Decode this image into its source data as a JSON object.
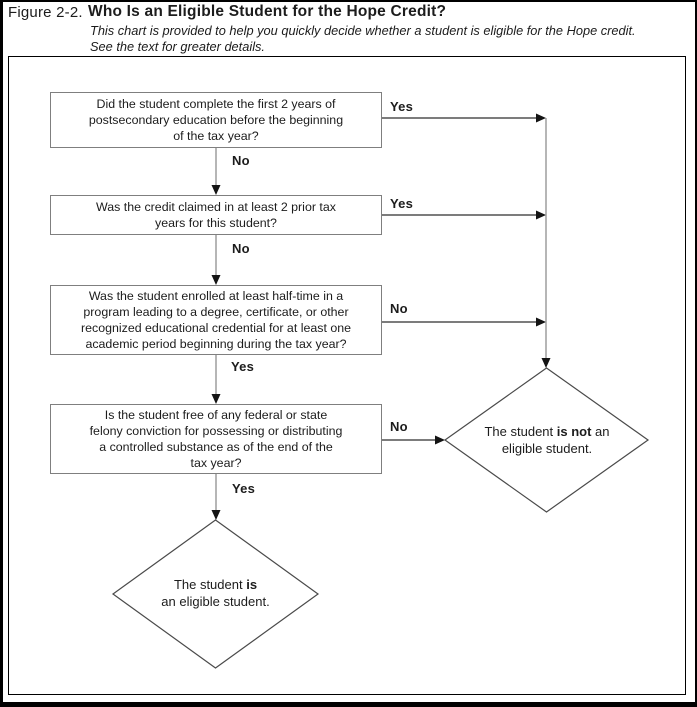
{
  "header": {
    "figure_label": "Figure 2-2.",
    "title": "Who Is an Eligible Student for the Hope Credit?",
    "subtitle_line1": "This chart is provided to help you quickly decide whether a student is eligible for the Hope credit.",
    "subtitle_line2": "See the text for greater details."
  },
  "flow": {
    "boxes": {
      "q1": {
        "lines": [
          "Did the student complete the first 2 years of",
          "postsecondary education before the beginning",
          "of the tax year?"
        ]
      },
      "q2": {
        "lines": [
          "Was the credit claimed in at least 2 prior tax",
          "years for this student?"
        ]
      },
      "q3": {
        "lines": [
          "Was the student enrolled at least half-time in a",
          "program leading to a degree, certificate, or other",
          "recognized educational credential for at least one",
          "academic period beginning during the tax year?"
        ]
      },
      "q4": {
        "lines": [
          "Is the student free of any federal or state",
          "felony conviction for possessing or distributing",
          "a controlled substance as of the end of the",
          "tax year?"
        ]
      }
    },
    "edge_labels": {
      "q1_right": "Yes",
      "q1_down": "No",
      "q2_right": "Yes",
      "q2_down": "No",
      "q3_right": "No",
      "q3_down": "Yes",
      "q4_right": "No",
      "q4_down": "Yes"
    },
    "outcomes": {
      "not_eligible": {
        "line1_pre": "The student ",
        "line1_bold": "is not",
        "line1_post": " an",
        "line2": "eligible student."
      },
      "eligible": {
        "line1_pre": "The student ",
        "line1_bold": "is",
        "line1_post": "",
        "line2": "an eligible student."
      }
    }
  },
  "colors": {
    "frame": "#000000",
    "box_border": "#7f7f7f",
    "connector": "#2e2e2e",
    "text": "#1c1c1c"
  }
}
